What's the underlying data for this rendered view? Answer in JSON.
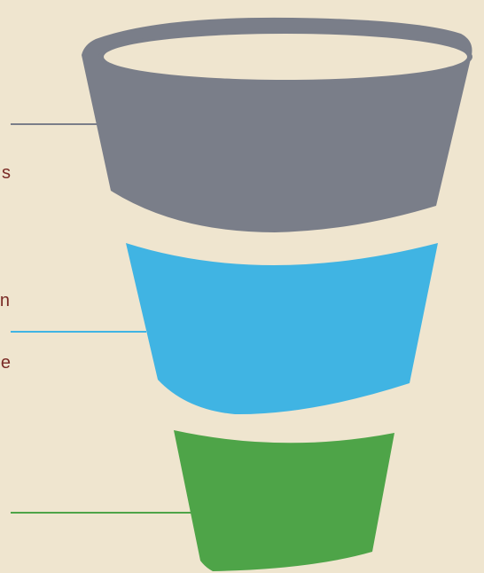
{
  "diagram": {
    "type": "funnel",
    "stages": [
      {
        "key": "top",
        "color": "#7a7e89"
      },
      {
        "key": "middle",
        "color": "#40b4e3"
      },
      {
        "key": "bottom",
        "color": "#4ea448"
      }
    ],
    "rim_color": "#efe5cf",
    "clipped_text": [
      "s",
      "n",
      "e"
    ],
    "clipped_text_color": "#7a2a25"
  }
}
